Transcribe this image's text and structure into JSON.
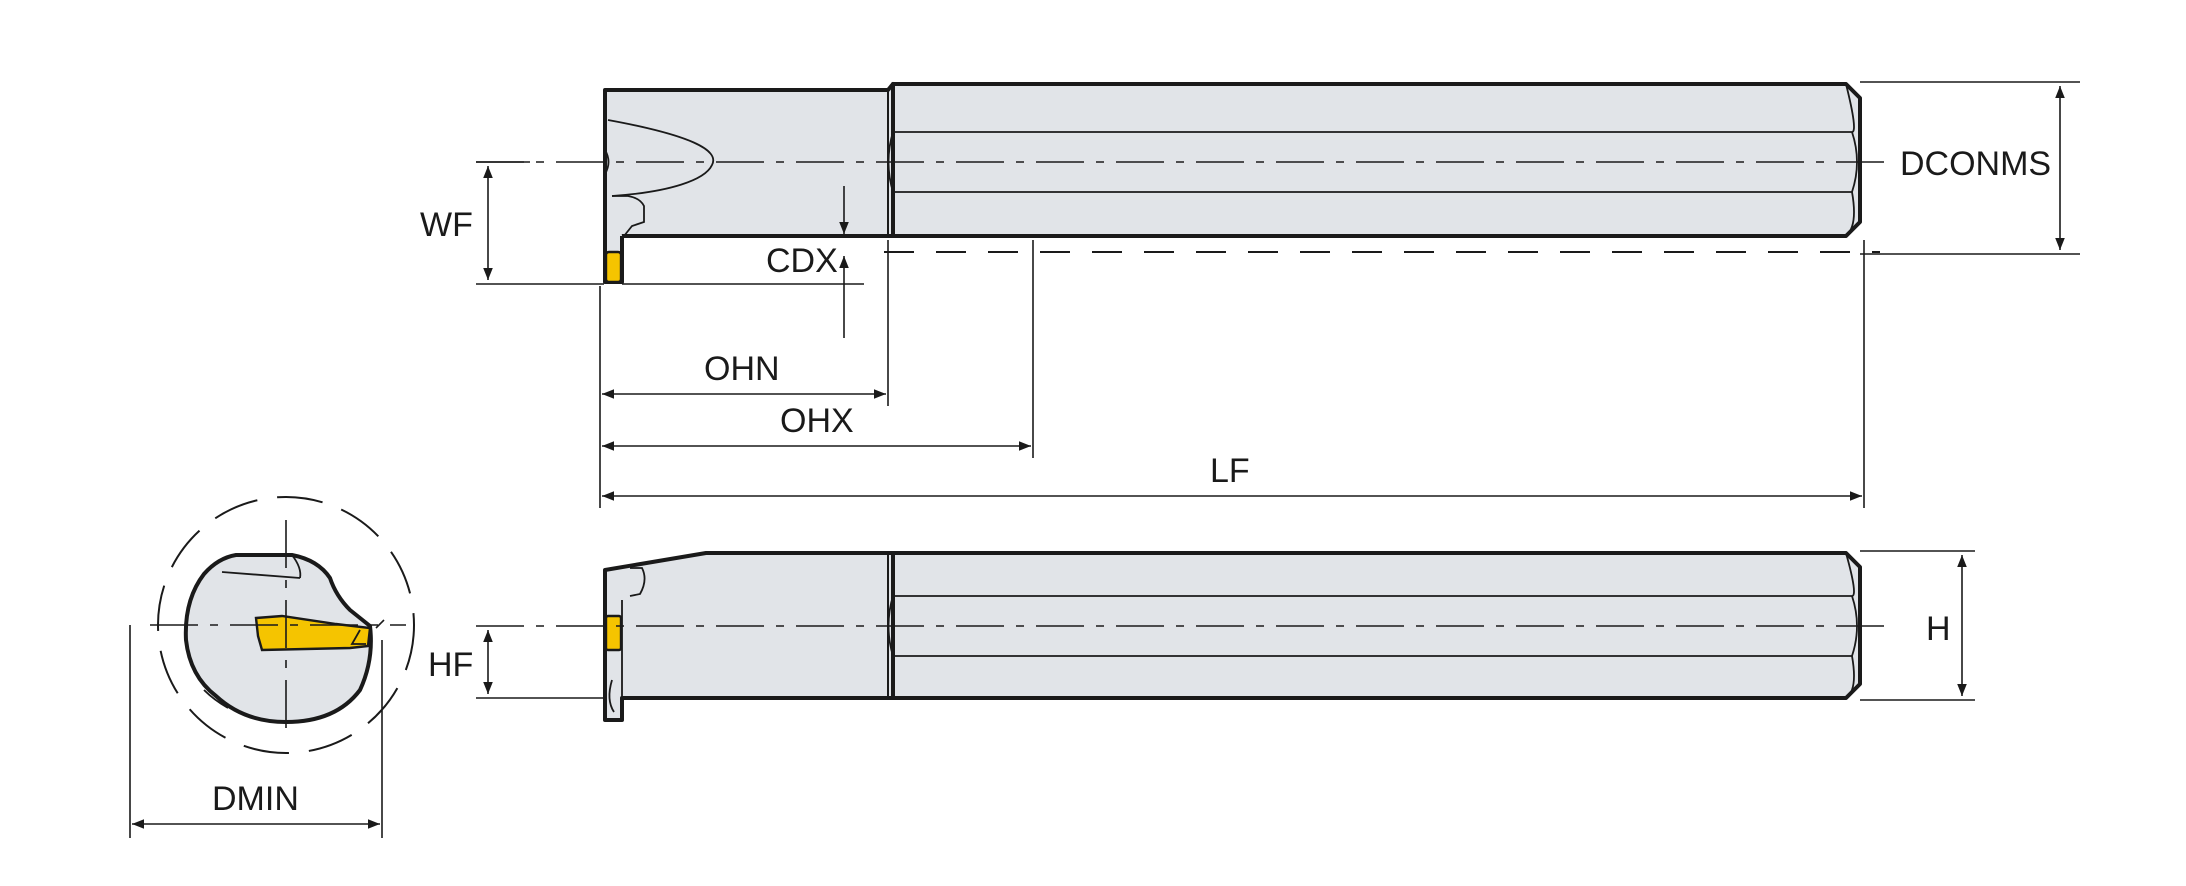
{
  "labels": {
    "wf": "WF",
    "cdx": "CDX",
    "dconms": "DCONMS",
    "ohn": "OHN",
    "ohx": "OHX",
    "lf": "LF",
    "hf": "HF",
    "h": "H",
    "dmin": "DMIN"
  },
  "colors": {
    "body": "#e1e4e8",
    "outline": "#1a1a1a",
    "insert": "#f5c400",
    "background": "#ffffff"
  }
}
